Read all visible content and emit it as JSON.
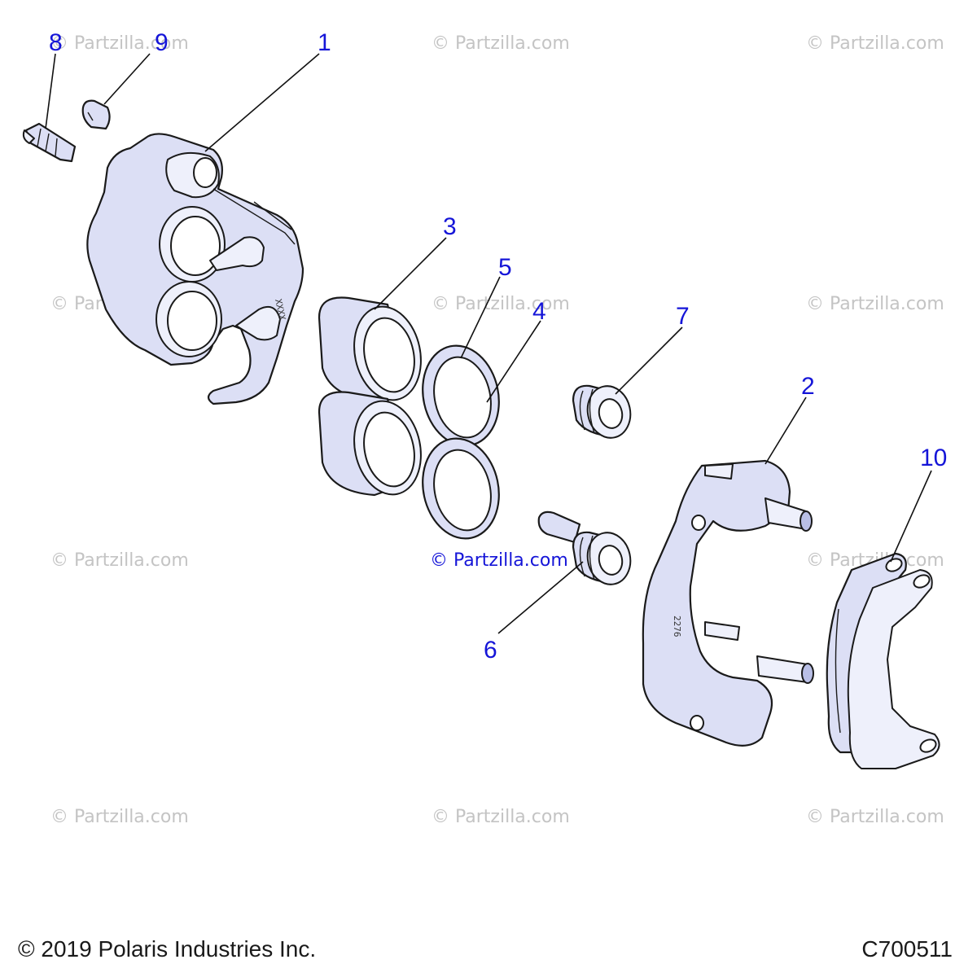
{
  "callouts": [
    "1",
    "2",
    "3",
    "4",
    "5",
    "6",
    "7",
    "8",
    "9",
    "10"
  ],
  "watermark": "© Partzilla.com",
  "part_stamps": {
    "caliper": "XXXX",
    "bracket": "2276"
  },
  "footer": {
    "copyright": "© 2019 Polaris Industries Inc.",
    "drawing_number": "C700511"
  },
  "colors": {
    "callout": "#1515d8",
    "part_fill": "#dcdff5",
    "outline": "#1a1a1a",
    "watermark": "#c4c4c4"
  }
}
